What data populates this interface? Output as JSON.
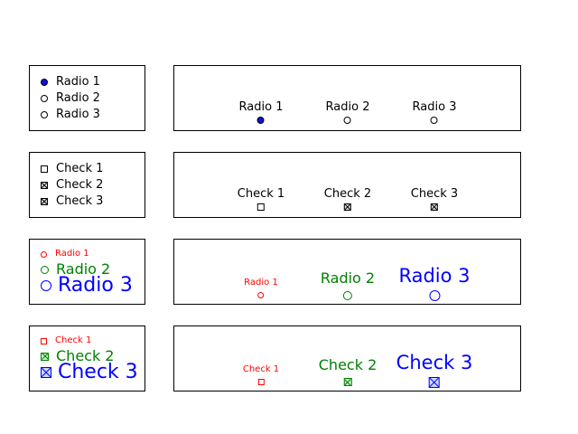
{
  "panels": {
    "radio_v": [
      "Radio 1",
      "Radio 2",
      "Radio 3"
    ],
    "radio_h": [
      "Radio 1",
      "Radio 2",
      "Radio 3"
    ],
    "check_v": [
      "Check 1",
      "Check 2",
      "Check 3"
    ],
    "check_h": [
      "Check 1",
      "Check 2",
      "Check 3"
    ],
    "radio_styled_v": [
      "Radio 1",
      "Radio 2",
      "Radio 3"
    ],
    "radio_styled_h": [
      "Radio 1",
      "Radio 2",
      "Radio 3"
    ],
    "check_styled_v": [
      "Check 1",
      "Check 2",
      "Check 3"
    ],
    "check_styled_h": [
      "Check 1",
      "Check 2",
      "Check 3"
    ]
  },
  "state": {
    "radio_selected_index": 0,
    "check_checked": [
      false,
      true,
      true
    ],
    "styled_radio_selected_index": -1,
    "styled_check_checked": [
      false,
      true,
      true
    ]
  },
  "colors": {
    "radio_selected_fill": "#1010d8",
    "style_1": "#ff0000",
    "style_2": "#008000",
    "style_3": "#0000ff"
  }
}
